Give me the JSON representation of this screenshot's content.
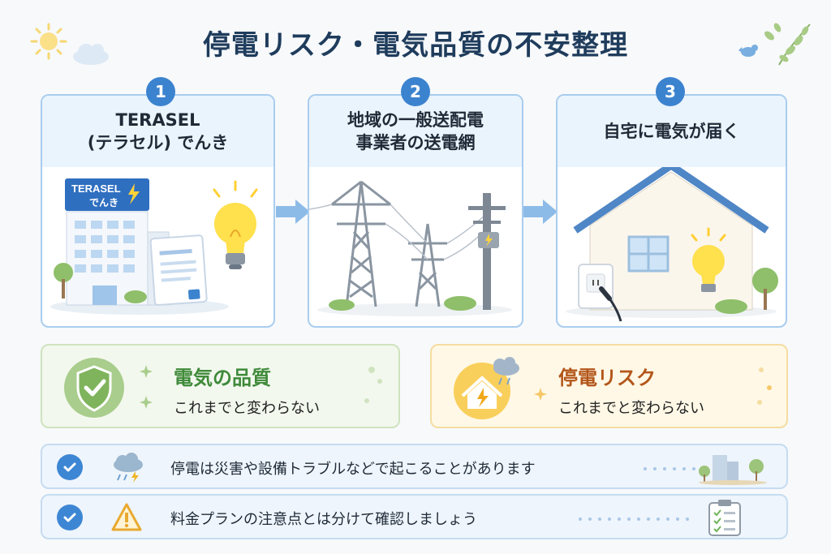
{
  "title": "停電リスク・電気品質の不安整理",
  "steps": [
    {
      "number": "1",
      "line1": "TERASEL",
      "line2": "(テラセル) でんき",
      "sign_line1": "TERASEL",
      "sign_line2": "でんき"
    },
    {
      "number": "2",
      "line1": "地域の一般送配電",
      "line2": "事業者の送電網"
    },
    {
      "number": "3",
      "line1": "自宅に電気が届く",
      "line2": ""
    }
  ],
  "summary": [
    {
      "title": "電気の品質",
      "subtitle": "これまでと変わらない",
      "color": "#3f8a3a"
    },
    {
      "title": "停電リスク",
      "subtitle": "これまでと変わらない",
      "color": "#b3561a"
    }
  ],
  "notes": [
    {
      "text": "停電は災害や設備トラブルなどで起こることがあります"
    },
    {
      "text": "料金プランの注意点とは分けて確認しましょう"
    }
  ],
  "colors": {
    "accent": "#3c83cf",
    "card_border": "#a9cdee",
    "head_bg": "#eaf4fd"
  }
}
